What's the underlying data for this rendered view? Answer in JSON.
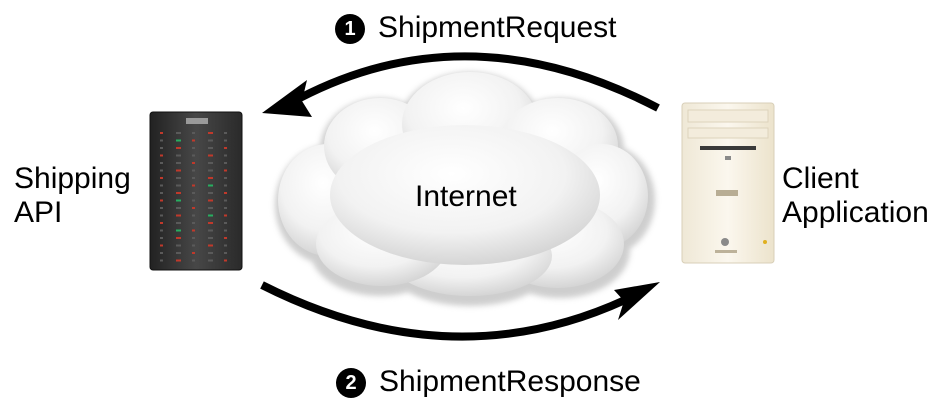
{
  "request": {
    "step": "1",
    "label": "ShipmentRequest"
  },
  "response": {
    "step": "2",
    "label": "ShipmentResponse"
  },
  "server": {
    "label_line1": "Shipping",
    "label_line2": "API"
  },
  "client": {
    "label_line1": "Client",
    "label_line2": "Application"
  },
  "network": {
    "label": "Internet"
  },
  "colors": {
    "arrow": "#000000",
    "server_body": "#3a3a3a",
    "server_led_red": "#c0392b",
    "server_led_green": "#27ae60",
    "client_body": "#f7f1e3",
    "cloud_fill": "#f4f4f4",
    "cloud_shadow": "#c8c8c8"
  }
}
